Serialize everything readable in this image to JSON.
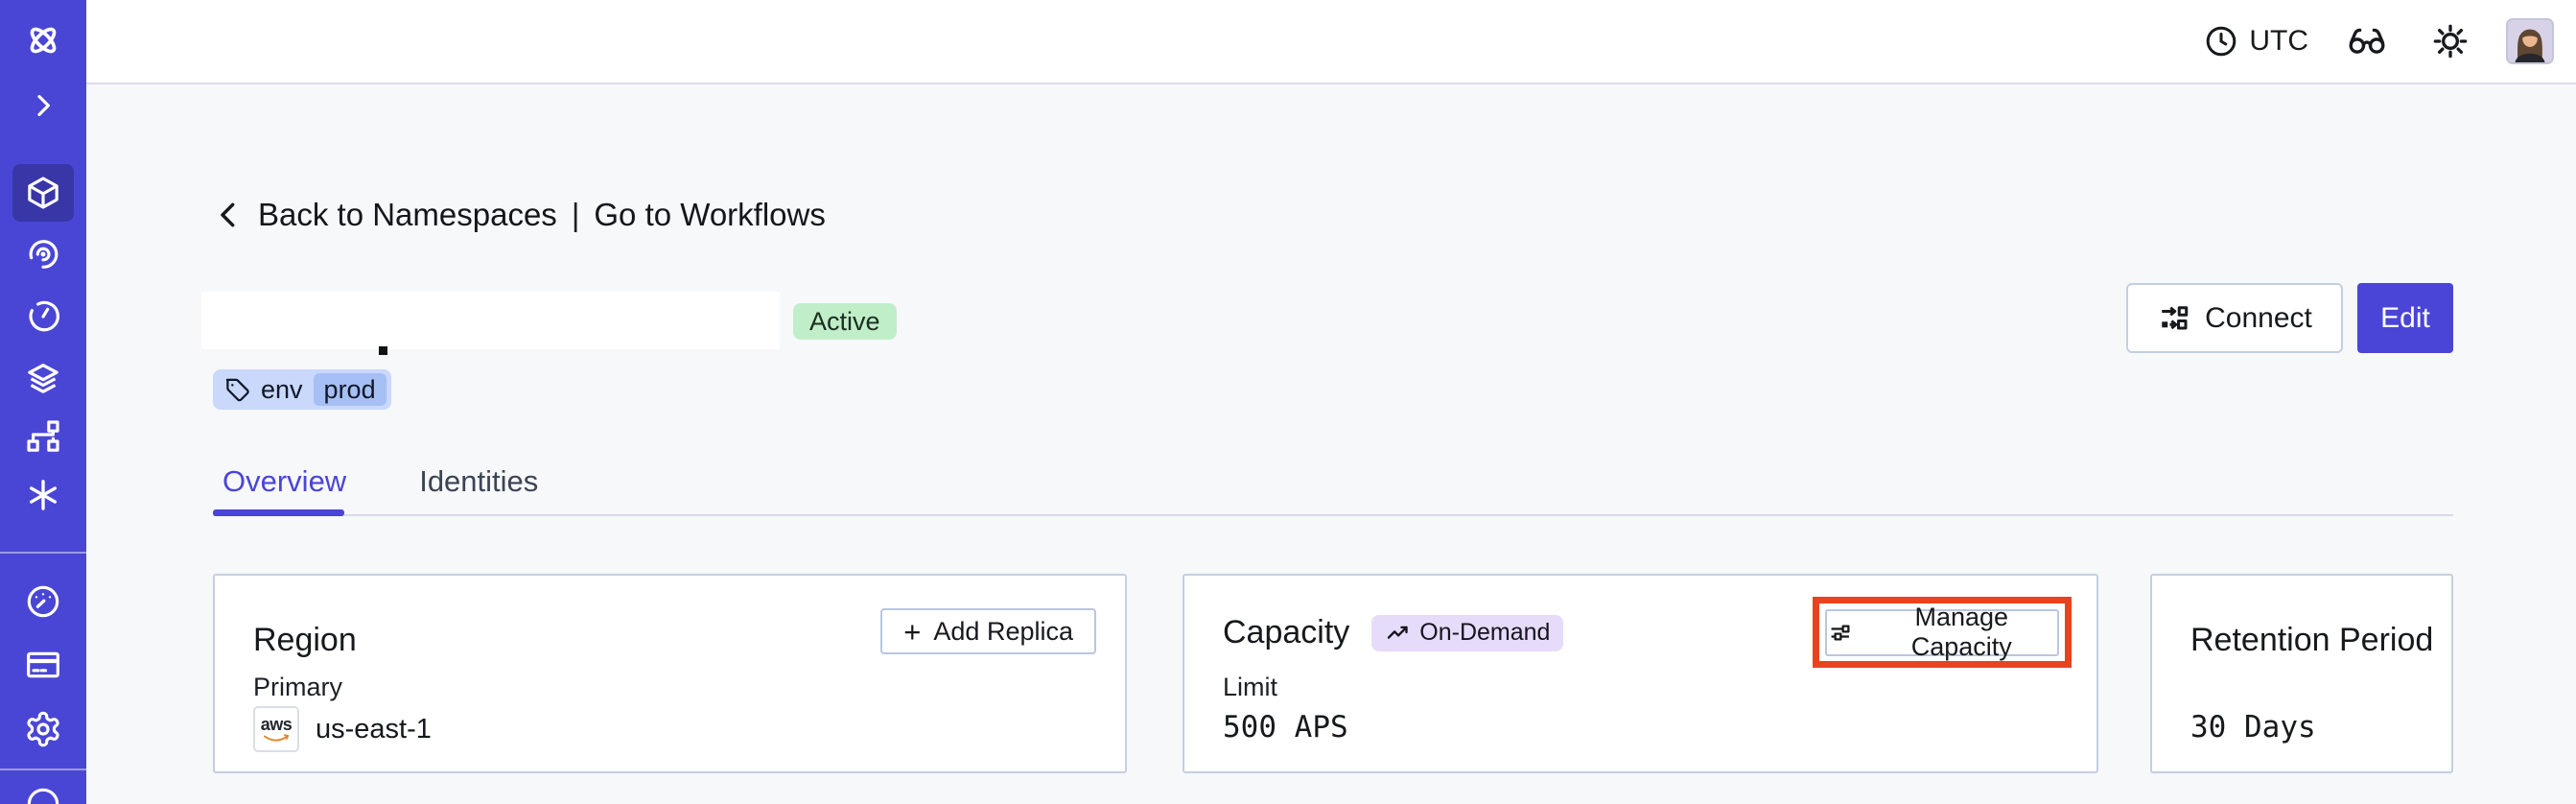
{
  "topbar": {
    "timezone": "UTC"
  },
  "breadcrumb": {
    "back": "Back to Namespaces",
    "separator": "|",
    "workflows": "Go to Workflows"
  },
  "header": {
    "status": "Active",
    "tag": {
      "key": "env",
      "value": "prod"
    },
    "connect": "Connect",
    "edit": "Edit"
  },
  "tabs": [
    {
      "label": "Overview"
    },
    {
      "label": "Identities"
    }
  ],
  "cards": {
    "region": {
      "title": "Region",
      "plus": "+",
      "add_replica": "Add Replica",
      "label": "Primary",
      "provider": "aws",
      "value": "us-east-1"
    },
    "capacity": {
      "title": "Capacity",
      "badge": "On-Demand",
      "manage": "Manage Capacity",
      "label": "Limit",
      "value": "500 APS"
    },
    "retention": {
      "title": "Retention Period",
      "value": "30 Days"
    }
  },
  "colors": {
    "sidebar_bg": "#4a46d5",
    "sidebar_active_bg": "#3936a8",
    "accent": "#4a45d6",
    "status_badge_bg": "#c0eec8",
    "ondemand_badge_bg": "#e6dcfa",
    "tag_bg": "#c9d8fb",
    "tag_chip_bg": "#a6bff5",
    "highlight_red": "#e8431d",
    "aws_orange": "#e8862c"
  }
}
